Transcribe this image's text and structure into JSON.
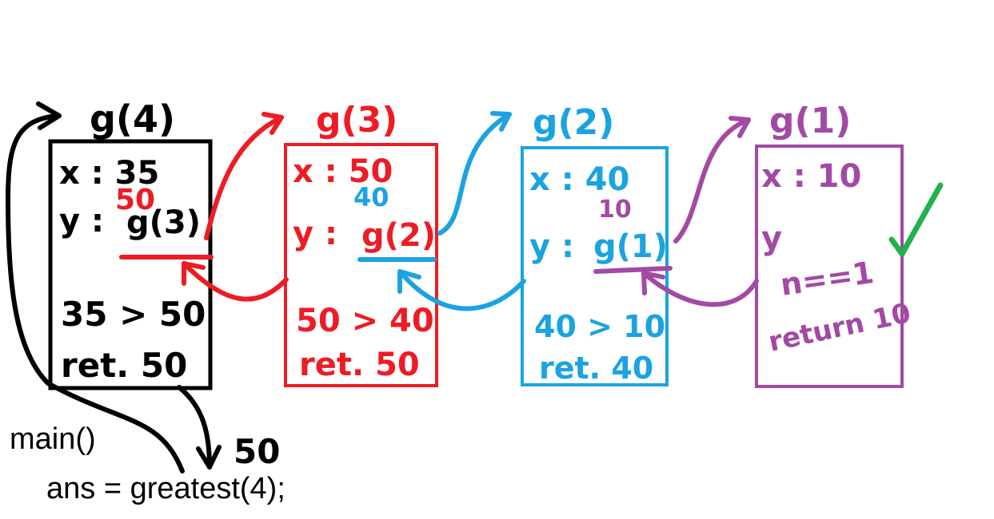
{
  "colors": {
    "g4": "#000000",
    "g3": "#ed1c24",
    "g2": "#1aa3e0",
    "g1": "#a349a4",
    "check": "#22b14c"
  },
  "frames": [
    {
      "title": "g(4)",
      "x_line": "x : 35",
      "y_label": "y :",
      "y_call": "g(3)",
      "y_value": "50",
      "compare": "35 > 50",
      "ret": "ret. 50"
    },
    {
      "title": "g(3)",
      "x_line": "x : 50",
      "y_label": "y :",
      "y_call": "g(2)",
      "y_value": "40",
      "compare": "50 > 40",
      "ret": "ret. 50"
    },
    {
      "title": "g(2)",
      "x_line": "x : 40",
      "y_label": "y :",
      "y_call": "g(1)",
      "y_value": "10",
      "compare": "40 > 10",
      "ret": "ret. 40"
    },
    {
      "title": "g(1)",
      "x_line": "x : 10",
      "y_label": "y",
      "base_case": "n==1",
      "ret": "return 10"
    }
  ],
  "main": {
    "line1": "main()",
    "line2": "ans = greatest(4);",
    "result": "50"
  },
  "icons": {
    "check": "checkmark-icon"
  }
}
